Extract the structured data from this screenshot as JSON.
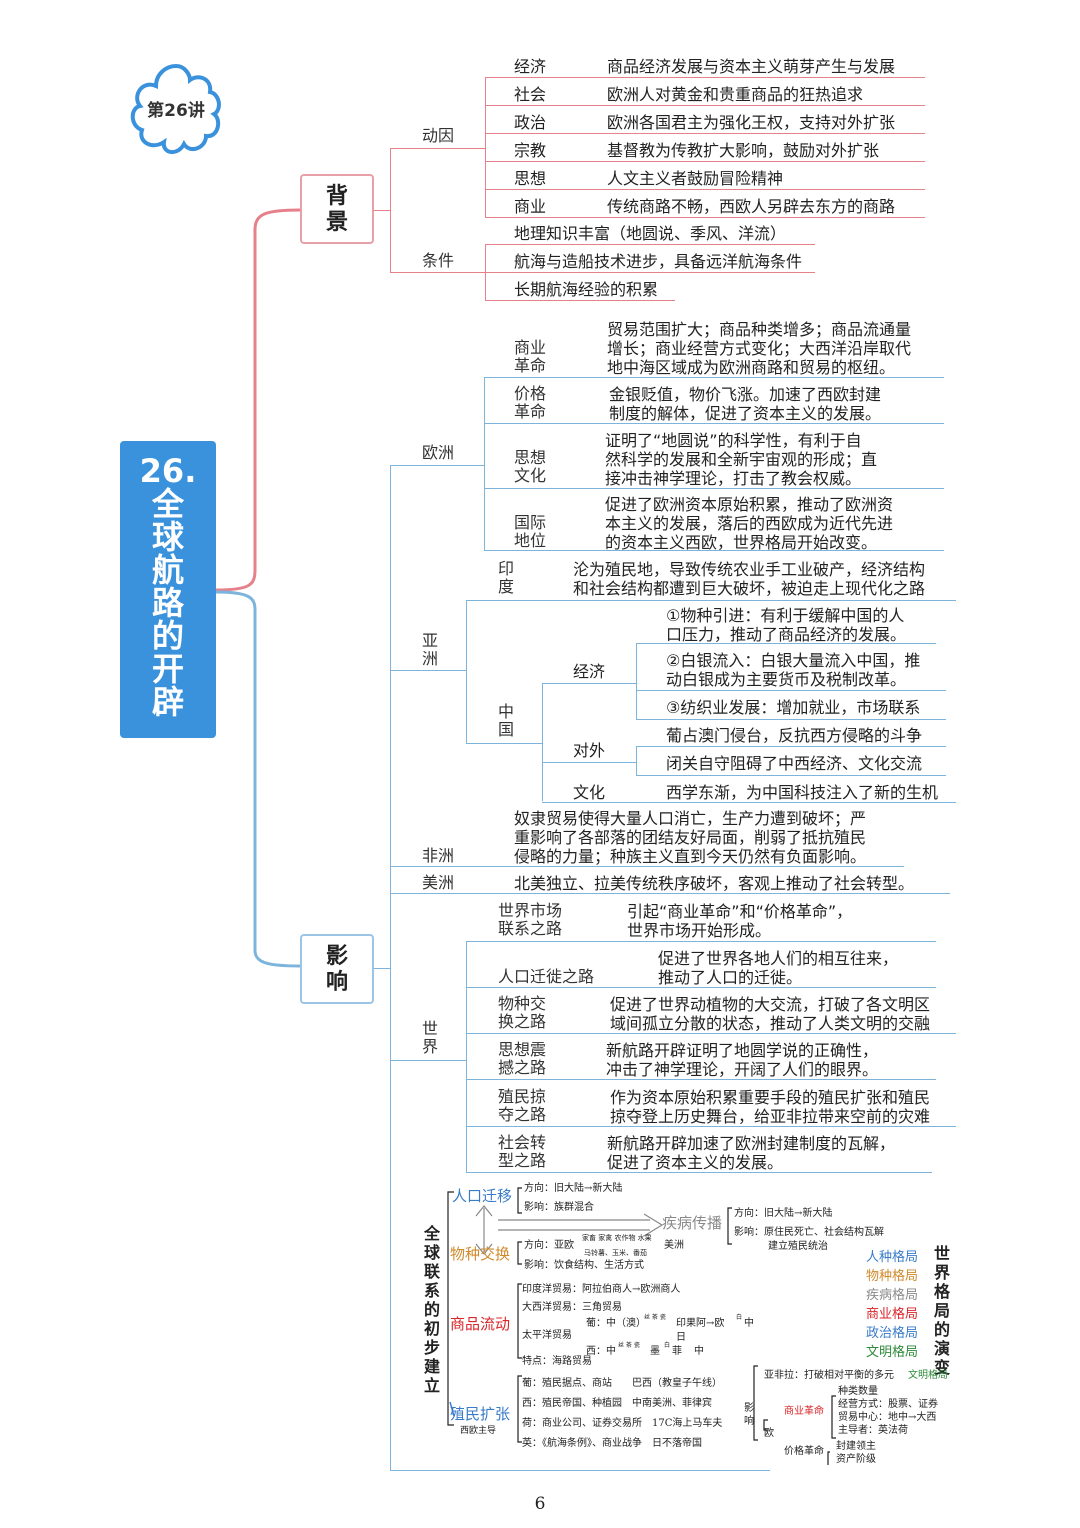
{
  "lecture_badge": "第26讲",
  "main_title": "26.\n全\n球\n航\n路\n的\n开\n辟",
  "background": {
    "label": "背\n景",
    "motive": {
      "label": "动因",
      "items": [
        {
          "key": "经济",
          "text": "商品经济发展与资本主义萌芽产生与发展"
        },
        {
          "key": "社会",
          "text": "欧洲人对黄金和贵重商品的狂热追求"
        },
        {
          "key": "政治",
          "text": "欧洲各国君主为强化王权，支持对外扩张"
        },
        {
          "key": "宗教",
          "text": "基督教为传教扩大影响，鼓励对外扩张"
        },
        {
          "key": "思想",
          "text": "人文主义者鼓励冒险精神"
        },
        {
          "key": "商业",
          "text": "传统商路不畅，西欧人另辟去东方的商路"
        }
      ]
    },
    "conditions": {
      "label": "条件",
      "items": [
        "地理知识丰富（地圆说、季风、洋流）",
        "航海与造船技术进步，具备远洋航海条件",
        "长期航海经验的积累"
      ]
    }
  },
  "impact": {
    "label": "影\n响",
    "europe": {
      "label": "欧洲",
      "items": [
        {
          "key": "商业\n革命",
          "text": "贸易范围扩大；商品种类增多；商品流通量\n增长；商业经营方式变化；大西洋沿岸取代\n地中海区域成为欧洲商路和贸易的枢纽。"
        },
        {
          "key": "价格\n革命",
          "text": "金银贬值，物价飞涨。加速了西欧封建\n制度的解体，促进了资本主义的发展。"
        },
        {
          "key": "思想\n文化",
          "text": "证明了“地圆说”的科学性，有利于自\n然科学的发展和全新宇宙观的形成；直\n接冲击神学理论，打击了教会权威。"
        },
        {
          "key": "国际\n地位",
          "text": "促进了欧洲资本原始积累，推动了欧洲资\n本主义的发展，落后的西欧成为近代先进\n的资本主义西欧，世界格局开始改变。"
        }
      ]
    },
    "asia": {
      "label": "亚\n洲",
      "india": {
        "key": "印\n度",
        "text": "沦为殖民地，导致传统农业手工业破产，经济结构\n和社会结构都遭到巨大破坏，被迫走上现代化之路"
      },
      "china": {
        "key": "中\n国",
        "economy": {
          "label": "经济",
          "items": [
            "①物种引进：有利于缓解中国的人\n口压力，推动了商品经济的发展。",
            "②白银流入：白银大量流入中国，推\n动白银成为主要货币及税制改革。",
            "③纺织业发展：增加就业，市场联系"
          ]
        },
        "foreign": {
          "label": "对外",
          "items": [
            "葡占澳门侵台，反抗西方侵略的斗争",
            "闭关自守阻碍了中西经济、文化交流"
          ]
        },
        "culture": {
          "label": "文化",
          "text": "西学东渐，为中国科技注入了新的生机"
        }
      }
    },
    "africa": {
      "label": "非洲",
      "text": "奴隶贸易使得大量人口消亡，生产力遭到破坏；严\n重影响了各部落的团结友好局面，削弱了抵抗殖民\n侵略的力量；种族主义直到今天仍然有负面影响。"
    },
    "america": {
      "label": "美洲",
      "text": "北美独立、拉美传统秩序破坏，客观上推动了社会转型。"
    },
    "world": {
      "label": "世\n界",
      "items": [
        {
          "key": "世界市场\n联系之路",
          "text": "引起“商业革命”和“价格革命”，\n世界市场开始形成。"
        },
        {
          "key": "人口迁徙之路",
          "text": "促进了世界各地人们的相互往来，\n推动了人口的迁徙。"
        },
        {
          "key": "物种交\n换之路",
          "text": "促进了世界动植物的大交流，打破了各文明区\n域间孤立分散的状态，推动了人类文明的交融"
        },
        {
          "key": "思想震\n撼之路",
          "text": "新航路开辟证明了地圆学说的正确性，\n冲击了神学理论，开阔了人们的眼界。"
        },
        {
          "key": "殖民掠\n夺之路",
          "text": "作为资本原始积累重要手段的殖民扩张和殖民\n掠夺登上历史舞台，给亚非拉带来空前的灾难"
        },
        {
          "key": "社会转\n型之路",
          "text": "新航路开辟加速了欧洲封建制度的瓦解，\n促进了资本主义的发展。"
        }
      ]
    }
  },
  "mini_map": {
    "left_title": "全\n球\n联\n系\n的\n初\n步\n建\n立",
    "right_title": "世\n界\n格\n局\n的\n演\n变",
    "migration": {
      "label": "人口迁移",
      "dir": "方向：旧大陆→新大陆",
      "effect": "影响：族群混合"
    },
    "disease": {
      "label": "疾病传播",
      "dir": "方向：旧大陆→新大陆",
      "effect": "影响：原住民死亡、社会结构瓦解",
      "effect2": "建立殖民统治"
    },
    "species": {
      "label": "物种交换",
      "dir": "方向：亚欧",
      "note1": "家畜 家禽 农作物 水果",
      "note2": "马铃薯、玉米、番茄",
      "to": "美洲",
      "effect": "影响：饮食结构、生活方式"
    },
    "goods": {
      "label": "商品流动",
      "items": [
        "印度洋贸易：阿拉伯商人→欧洲商人",
        "大西洋贸易：三角贸易",
        "太平洋贸易",
        "特点：海路贸易"
      ],
      "p1": "葡：中（澳）",
      "p1b": "印果阿→欧",
      "p2": "日",
      "p3": "西：中",
      "p3b": "墨",
      "p3c": "菲",
      "p3d": "中",
      "small1": "丝 茶 瓷",
      "small2": "白",
      "small3": "丝 茶 瓷",
      "small4": "白"
    },
    "colonial": {
      "label": "殖民扩张",
      "sub": "西欧主导",
      "items": [
        "葡：殖民据点、商站　　巴西（教皇子午线）",
        "西：殖民帝国、种植园　中南美洲、菲律宾",
        "荷：商业公司、证券交易所　17C海上马车夫",
        "英：《航海条例》、商业战争　日不落帝国"
      ]
    },
    "patterns": [
      {
        "label": "人种格局",
        "color": "#3a7bc8"
      },
      {
        "label": "物种格局",
        "color": "#d08a2c"
      },
      {
        "label": "疾病格局",
        "color": "#8a8a8a"
      },
      {
        "label": "商业格局",
        "color": "#d8262a"
      },
      {
        "label": "政治格局",
        "color": "#3a7bc8"
      },
      {
        "label": "文明格局",
        "color": "#2e8a3a"
      }
    ],
    "influence": {
      "label": "影\n响",
      "asia_africa": "亚非拉：打破相对平衡的多元",
      "civ": "文明格局",
      "europe": "欧",
      "comm": "商业革命",
      "comm_items": [
        "种类数量",
        "经营方式：股票、证券",
        "贸易中心：地中→大西",
        "主导者：英法荷"
      ],
      "price": "价格革命",
      "price_items": [
        "封建领主",
        "资产阶级"
      ]
    }
  },
  "page_number": "6",
  "colors": {
    "red": "#e6808a",
    "blue": "#7cb4dc",
    "main": "#3a92dc",
    "accent_red": "#d8262a"
  }
}
